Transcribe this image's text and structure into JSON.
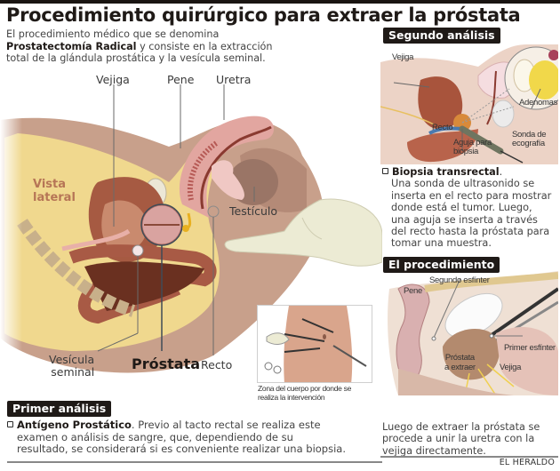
{
  "header": {
    "title": "Procedimiento quirúrgico para extraer la próstata"
  },
  "intro": {
    "line1": "El procedimiento médico que se denomina",
    "bold_term": "Prostatectomía Radical",
    "line2_rest": " y consiste en la extracción",
    "line3": "total de la glándula prostática y la vesícula seminal."
  },
  "main_diagram": {
    "view_label_1": "Vista",
    "view_label_2": "lateral",
    "labels": {
      "vejiga": "Vejiga",
      "pene": "Pene",
      "uretra": "Uretra",
      "testiculo": "Testículo",
      "vesicula_1": "Vesícula",
      "vesicula_2": "seminal",
      "prostata": "Próstata",
      "recto": "Recto"
    },
    "colors": {
      "skin": "#c9a08a",
      "fat": "#f0d88e",
      "organ": "#a85a45",
      "dark_organ": "#7a3a28",
      "glove": "#eeeed6"
    }
  },
  "incision_inset": {
    "caption_line1": "Zona del cuerpo por donde se",
    "caption_line2": "realiza la intervención"
  },
  "primer_analisis": {
    "badge": "Primer análisis",
    "bold_term": "Antígeno Prostático",
    "text_line1": ". Previo al tacto rectal se realiza este",
    "text_line2": "examen o análisis de sangre, que, dependiendo de su",
    "text_line3": "resultado, se considerará si es conveniente realizar una biopsia."
  },
  "segundo_analisis": {
    "badge": "Segundo análisis",
    "labels": {
      "vejiga": "Vejiga",
      "recto": "Recto",
      "aguja_1": "Aguja para",
      "aguja_2": "biopsia",
      "sonda_1": "Sonda de",
      "sonda_2": "ecografía",
      "adenomas": "Adenomas"
    },
    "bold_term": "Biopsia transrectal",
    "text_lines": [
      "Una sonda de ultrasonido se",
      "inserta en el recto para mostrar",
      "donde está el tumor. Luego,",
      "una aguja se inserta a través",
      "del recto hasta la próstata para",
      "tomar una muestra."
    ]
  },
  "el_procedimiento": {
    "badge": "El procedimiento",
    "labels": {
      "pene": "Pene",
      "segundo_esfinter": "Segundo esfínter",
      "primer_esfinter": "Primer esfínter",
      "prostata_1": "Próstata",
      "prostata_2": "a extraer",
      "vejiga": "Vejiga"
    },
    "text_lines": [
      "Luego de extraer la próstata se",
      "procede a unir la uretra con la",
      "vejiga directamente."
    ]
  },
  "footer": {
    "credit": "EL HERALDO"
  }
}
